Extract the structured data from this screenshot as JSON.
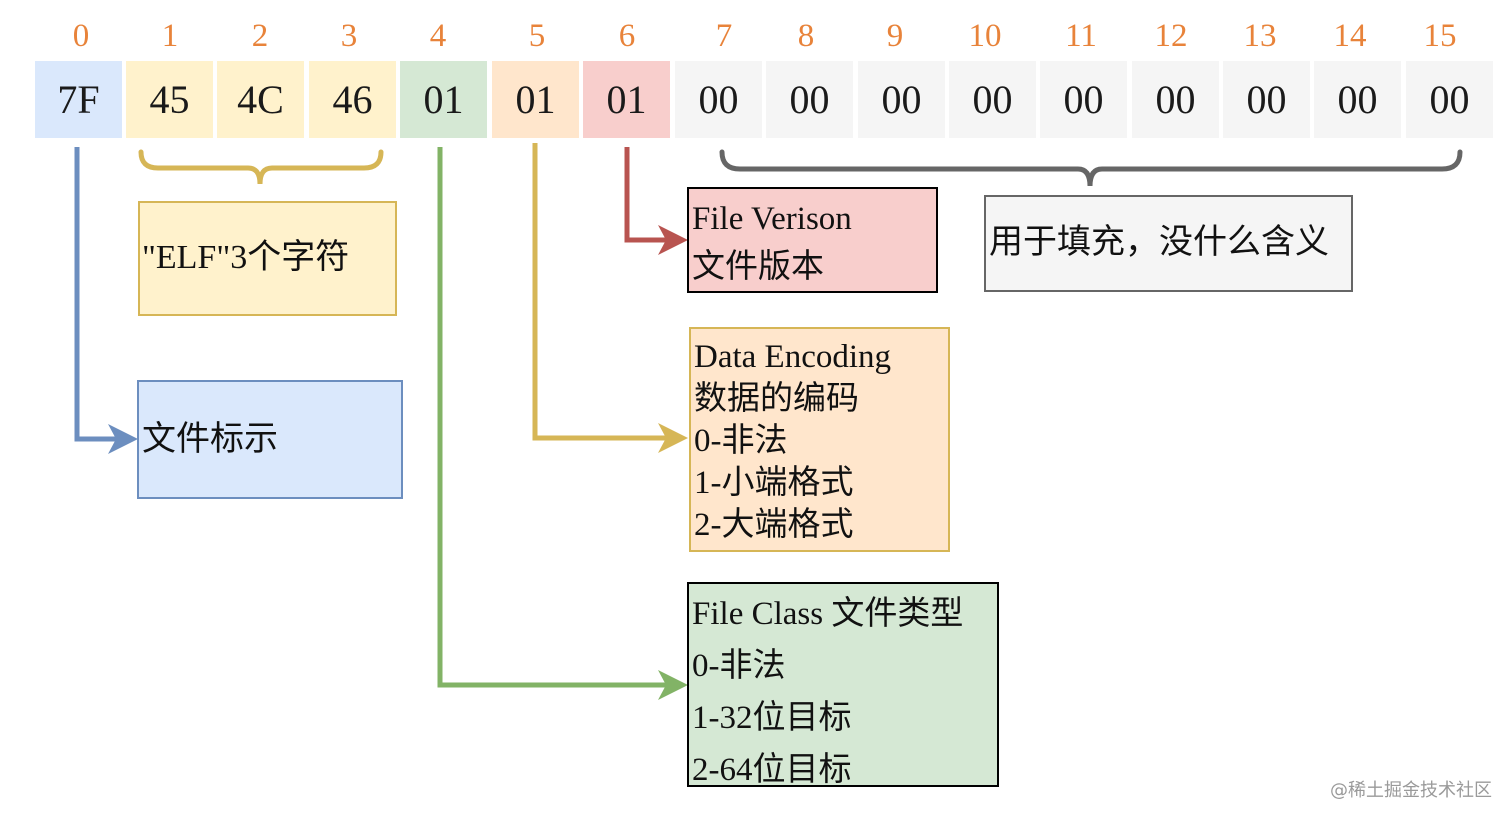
{
  "indices": [
    "0",
    "1",
    "2",
    "3",
    "4",
    "5",
    "6",
    "7",
    "8",
    "9",
    "10",
    "11",
    "12",
    "13",
    "14",
    "15"
  ],
  "bytes": [
    {
      "value": "7F",
      "color": "#dae8fc"
    },
    {
      "value": "45",
      "color": "#fff2cc"
    },
    {
      "value": "4C",
      "color": "#fff2cc"
    },
    {
      "value": "46",
      "color": "#fff2cc"
    },
    {
      "value": "01",
      "color": "#d5e8d4"
    },
    {
      "value": "01",
      "color": "#ffe6cc"
    },
    {
      "value": "01",
      "color": "#f8cecc"
    },
    {
      "value": "00",
      "color": "#f5f5f5"
    },
    {
      "value": "00",
      "color": "#f5f5f5"
    },
    {
      "value": "00",
      "color": "#f5f5f5"
    },
    {
      "value": "00",
      "color": "#f5f5f5"
    },
    {
      "value": "00",
      "color": "#f5f5f5"
    },
    {
      "value": "00",
      "color": "#f5f5f5"
    },
    {
      "value": "00",
      "color": "#f5f5f5"
    },
    {
      "value": "00",
      "color": "#f5f5f5"
    },
    {
      "value": "00",
      "color": "#f5f5f5"
    }
  ],
  "boxes": {
    "elf_chars": {
      "lines": [
        "\"ELF\"3个字符"
      ]
    },
    "file_id": {
      "lines": [
        "文件标示"
      ]
    },
    "file_version": {
      "lines": [
        "File Verison",
        "文件版本"
      ]
    },
    "padding": {
      "lines": [
        "用于填充，没什么含义"
      ]
    },
    "data_encoding": {
      "lines": [
        "Data Encoding",
        "数据的编码",
        "0-非法",
        "1-小端格式",
        "2-大端格式"
      ]
    },
    "file_class": {
      "lines": [
        "File Class 文件类型",
        "0-非法",
        "1-32位目标",
        "2-64位目标"
      ]
    }
  },
  "colors": {
    "index_text": "#e8833a",
    "blue": "#6c8ebf",
    "yellow": "#d6b656",
    "green": "#82b366",
    "red": "#b85450",
    "gray": "#666666"
  },
  "watermark": "@稀土掘金技术社区"
}
